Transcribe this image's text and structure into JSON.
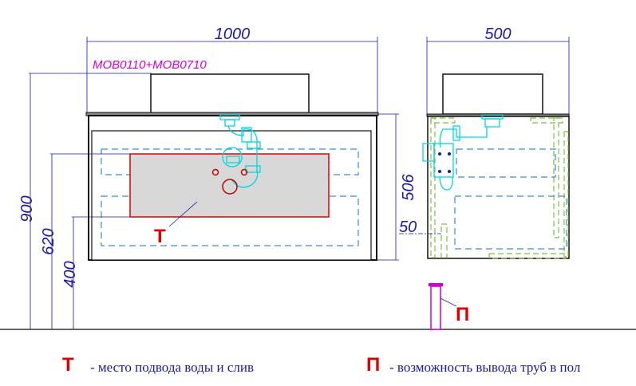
{
  "front_view": {
    "width_dim": "1000",
    "model_label": "MOB0110+MOB0710",
    "height_dim": "900",
    "water_height_dim": "620",
    "lower_dim": "400",
    "cabinet_height_dim": "506",
    "marker": "Т"
  },
  "side_view": {
    "depth_dim": "500",
    "offset_dim": "50",
    "marker": "П"
  },
  "legend": [
    {
      "marker": "Т",
      "text": "- место подвода воды и слив"
    },
    {
      "marker": "П",
      "text": "- возможность вывода труб в пол"
    }
  ],
  "colors": {
    "dimension": "#1a1aa0",
    "marker": "#e00000",
    "label": "#d000d0",
    "siphon": "#00d8e0",
    "hidden": "#3a8ad8",
    "frame": "#7cc040"
  }
}
